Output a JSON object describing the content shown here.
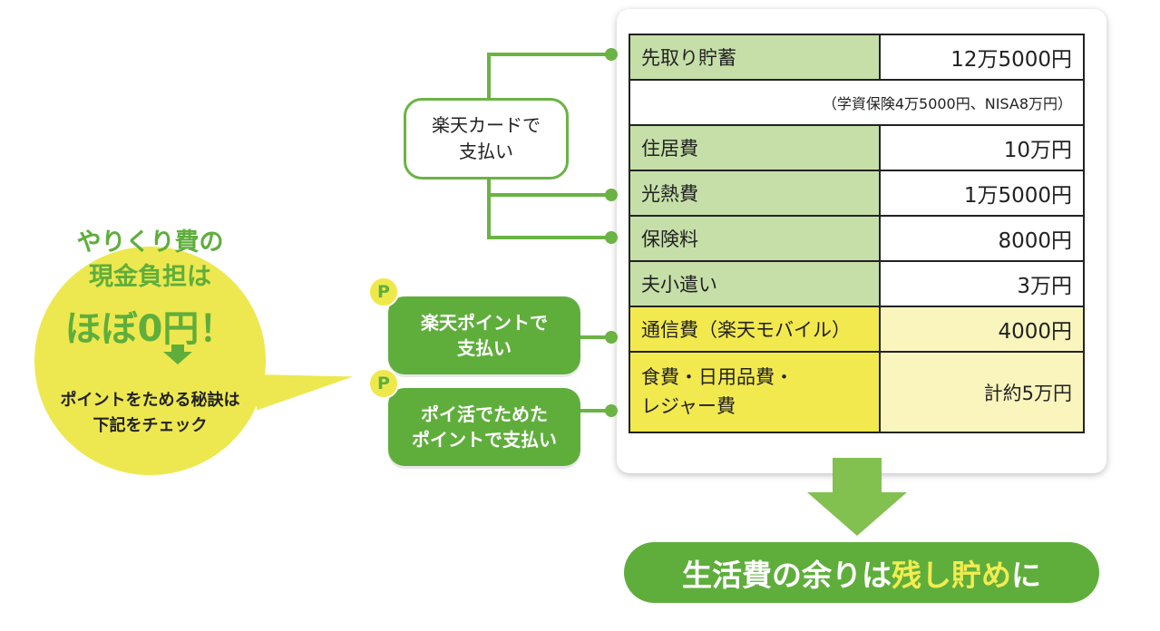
{
  "bubble": {
    "line1": "やりくり費の",
    "line2": "現金負担は",
    "line3": "ほぼ0円！",
    "sub1": "ポイントをためる秘訣は",
    "sub2": "下記をチェック"
  },
  "payment_methods": {
    "card": {
      "line1": "楽天カードで",
      "line2": "支払い"
    },
    "rakuten_points": {
      "badge": "P",
      "line1": "楽天ポイントで",
      "line2": "支払い"
    },
    "poikatsu_points": {
      "badge": "P",
      "line1": "ポイ活でためた",
      "line2": "ポイントで支払い"
    }
  },
  "table": {
    "rows": [
      {
        "label": "先取り貯蓄",
        "value": "12万5000円"
      },
      {
        "note": "（学資保険4万5000円、NISA8万円）"
      },
      {
        "label": "住居費",
        "value": "10万円"
      },
      {
        "label": "光熱費",
        "value": "1万5000円"
      },
      {
        "label": "保険料",
        "value": "8000円"
      },
      {
        "label": "夫小遣い",
        "value": "3万円"
      },
      {
        "label": "通信費（楽天モバイル）",
        "value": "4000円"
      },
      {
        "label_line1": "食費・日用品費・",
        "label_line2": "レジャー費",
        "value": "計約5万円"
      }
    ]
  },
  "colors": {
    "green": "#5fae3c",
    "yellow": "#ede84f",
    "label_green": "#c6dfa9"
  },
  "result": {
    "part1": "生活費の余りは",
    "highlight": "残し貯め",
    "part2": "に"
  }
}
